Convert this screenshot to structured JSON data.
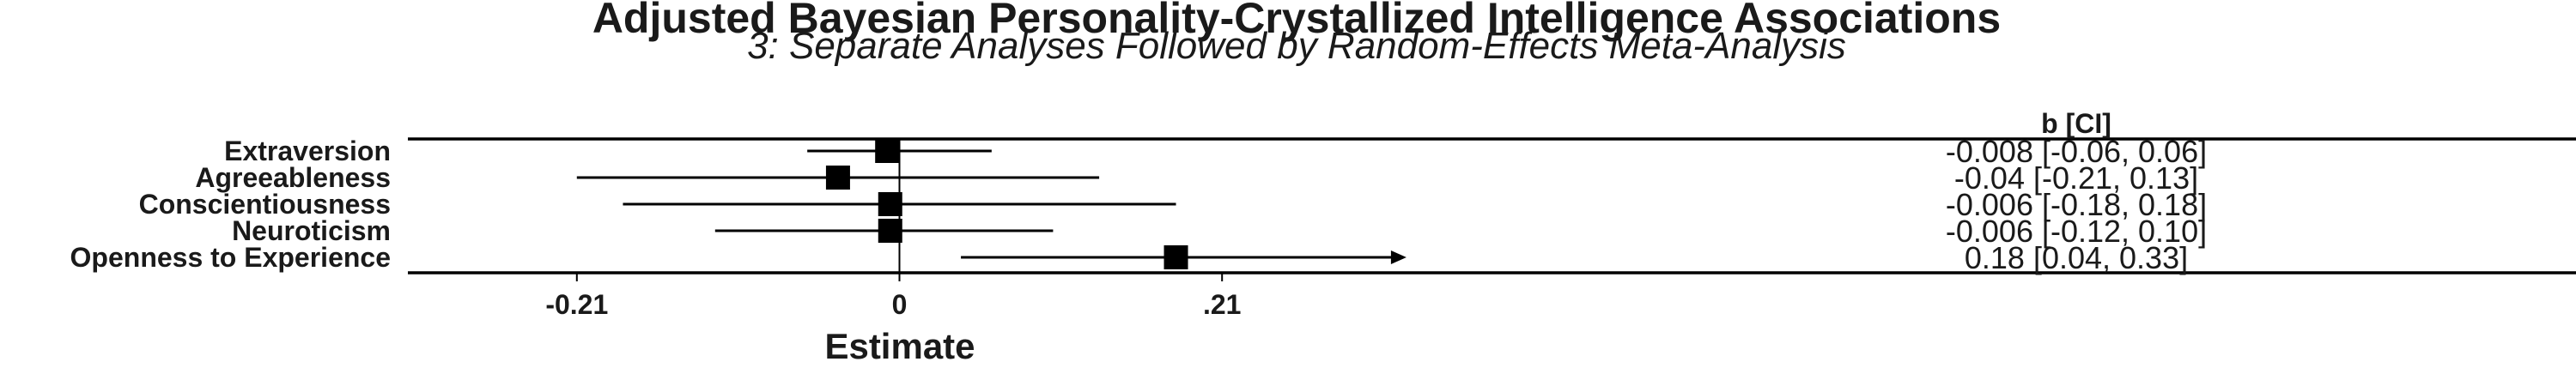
{
  "chart_data": {
    "type": "forest",
    "title": "Adjusted Bayesian Personality-Crystallized Intelligence Associations",
    "subtitle": "3: Separate Analyses Followed by Random-Effects Meta-Analysis",
    "xlabel": "Estimate",
    "xlim": [
      -0.32,
      0.32
    ],
    "xticks": [
      -0.21,
      0,
      0.21
    ],
    "xtick_labels": [
      "-0.21",
      "0",
      ".21"
    ],
    "annotation_header": "b [CI]",
    "rows": [
      {
        "label": "Extraversion",
        "estimate": -0.008,
        "lower": -0.06,
        "upper": 0.06,
        "text": "-0.008 [-0.06, 0.06]",
        "arrow": false
      },
      {
        "label": "Agreeableness",
        "estimate": -0.04,
        "lower": -0.21,
        "upper": 0.13,
        "text": "-0.04 [-0.21, 0.13]",
        "arrow": false
      },
      {
        "label": "Conscientiousness",
        "estimate": -0.006,
        "lower": -0.18,
        "upper": 0.18,
        "text": "-0.006 [-0.18, 0.18]",
        "arrow": false
      },
      {
        "label": "Neuroticism",
        "estimate": -0.006,
        "lower": -0.12,
        "upper": 0.1,
        "text": "-0.006 [-0.12, 0.10]",
        "arrow": false
      },
      {
        "label": "Openness to Experience",
        "estimate": 0.18,
        "lower": 0.04,
        "upper": 0.33,
        "text": "0.18 [0.04, 0.33]",
        "arrow": true
      }
    ],
    "grid": false
  }
}
